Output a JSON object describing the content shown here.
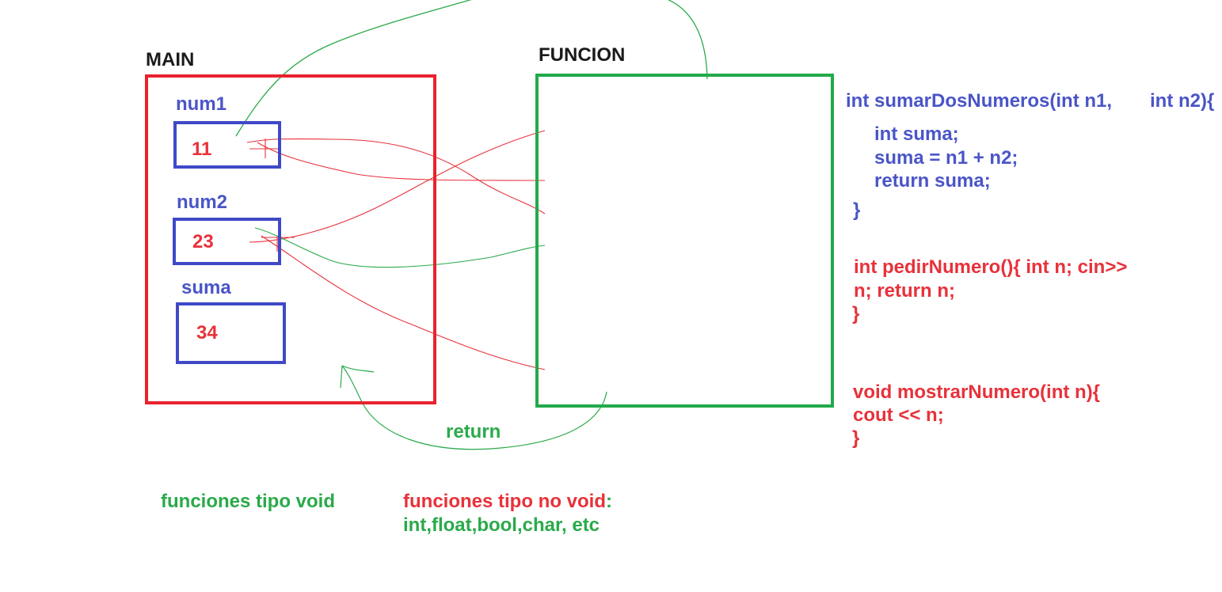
{
  "main": {
    "title": "MAIN",
    "variables": [
      {
        "name": "num1",
        "value": "11"
      },
      {
        "name": "num2",
        "value": "23"
      },
      {
        "name": "suma",
        "value": "34"
      }
    ]
  },
  "funcion": {
    "title": "FUNCION"
  },
  "return_label": "return",
  "code": {
    "sumar": [
      "int sumarDosNumeros(int n1,",
      "int n2){",
      "int suma;",
      "suma = n1 + n2;",
      "return suma;",
      "}"
    ],
    "pedir": [
      "int pedirNumero(){ int n; cin>>",
      "n; return n;",
      "}"
    ],
    "mostrar": [
      "void mostrarNumero(int n){",
      "cout << n;",
      "}"
    ]
  },
  "notes": {
    "void_label": "funciones tipo void",
    "non_void_label": "funciones tipo no void",
    "non_void_colon": ":",
    "non_void_types": "int,float,bool,char, etc"
  },
  "colors": {
    "main_border": "#e8222d",
    "function_border": "#22aa4a",
    "variable_border": "#3f49c6",
    "label_blue": "#4a55c8",
    "value_red": "#e8313a",
    "green_text": "#2aaa4a"
  }
}
